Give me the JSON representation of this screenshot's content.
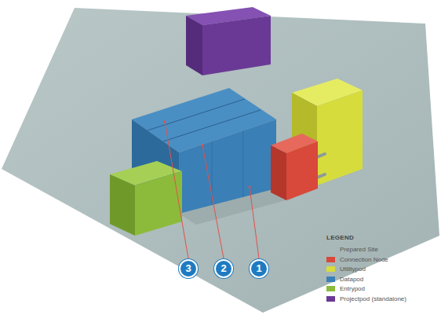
{
  "diagram": {
    "labels": [
      "3",
      "2",
      "1",
      "LEGEND"
    ],
    "legend": [
      {
        "text": "Prepared Site",
        "color": "#a9b9b9"
      },
      {
        "text": "Connection Node",
        "color": "#d8483b"
      },
      {
        "text": "Utilitypod",
        "color": "#d6dc3c"
      },
      {
        "text": "Datapod",
        "color": "#3a7fb6"
      },
      {
        "text": "Entrypod",
        "color": "#8cbb3c"
      },
      {
        "text": "Projectpod (standalone)",
        "color": "#6a3996"
      }
    ]
  }
}
